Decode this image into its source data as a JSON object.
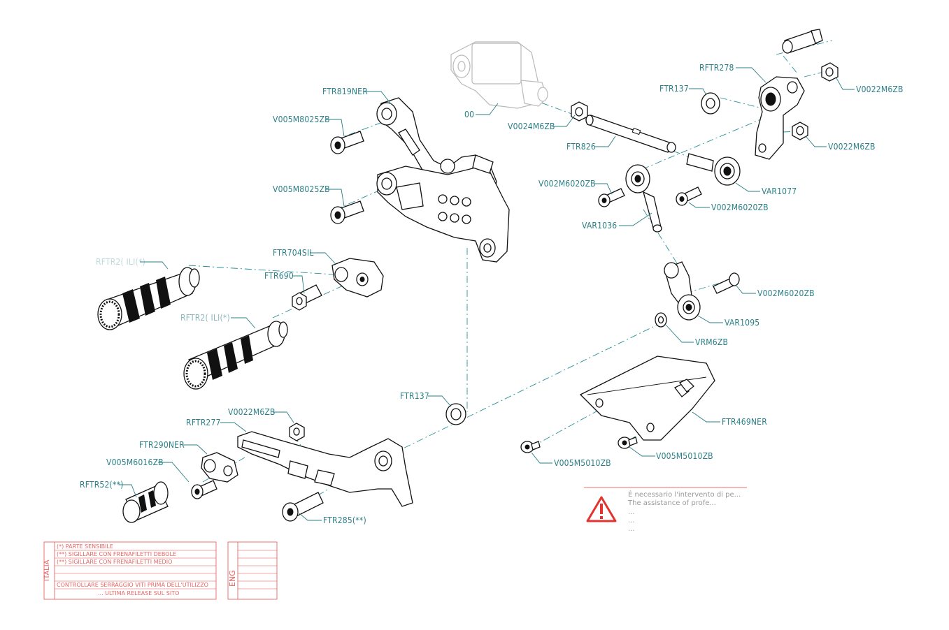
{
  "diagram": {
    "labels": {
      "ftr819ner": "FTR819NER",
      "v005m8025zb_a": "V005M8025ZB",
      "v005m8025zb_b": "V005M8025ZB",
      "oo": "00",
      "v0024m6zb": "V0024M6ZB",
      "ftr826": "FTR826",
      "rftr278": "RFTR278",
      "ftr137_top": "FTR137",
      "v0022m6zb_a": "V0022M6ZB",
      "v0022m6zb_b": "V0022M6ZB",
      "var1077": "VAR1077",
      "v002m6020zb_a": "V002M6020ZB",
      "v002m6020zb_b": "V002M6020ZB",
      "var1036": "VAR1036",
      "v002m6020zb_c": "V002M6020ZB",
      "var1095": "VAR1095",
      "vrm6zb": "VRM6ZB",
      "ftr704sil": "FTR704SIL",
      "ftr690": "FTR690",
      "rftr_peg_a": "RFTR2( ILI(*)",
      "rftr_peg_b": "RFTR2( ILI(*)",
      "ftr137_mid": "FTR137",
      "v0022m6zb_c": "V0022M6ZB",
      "rftr277": "RFTR277",
      "ftr290ner": "FTR290NER",
      "v005m6016zb": "V005M6016ZB",
      "rftr52": "RFTR52(**)",
      "ftr285": "FTR285(**)",
      "ftr469ner": "FTR469NER",
      "v005m5010zb_a": "V005M5010ZB",
      "v005m5010zb_b": "V005M5010ZB"
    },
    "warning": {
      "lines": [
        "É necessario l'intervento di pe...",
        "The assistance of profe...",
        "...",
        "...",
        "..."
      ]
    },
    "red_table": {
      "side_label_it": "ITALIA",
      "side_label_en": "ENG",
      "rows": [
        "(*) PARTE SENSIBILE",
        "(**) SIGILLARE CON FRENAFILETTI DEBOLE",
        "(**) SIGILLARE CON FRENAFILETTI MEDIO",
        "",
        "CONTROLLARE SERRAGGIO VITI PRIMA DELL'UTILIZZO",
        "... ULTIMA RELEASE SUL SITO"
      ]
    },
    "colors": {
      "label": "#2a7f86",
      "outline": "#111111",
      "ghost": "#b9b9b9",
      "red": "#e2332f"
    }
  }
}
